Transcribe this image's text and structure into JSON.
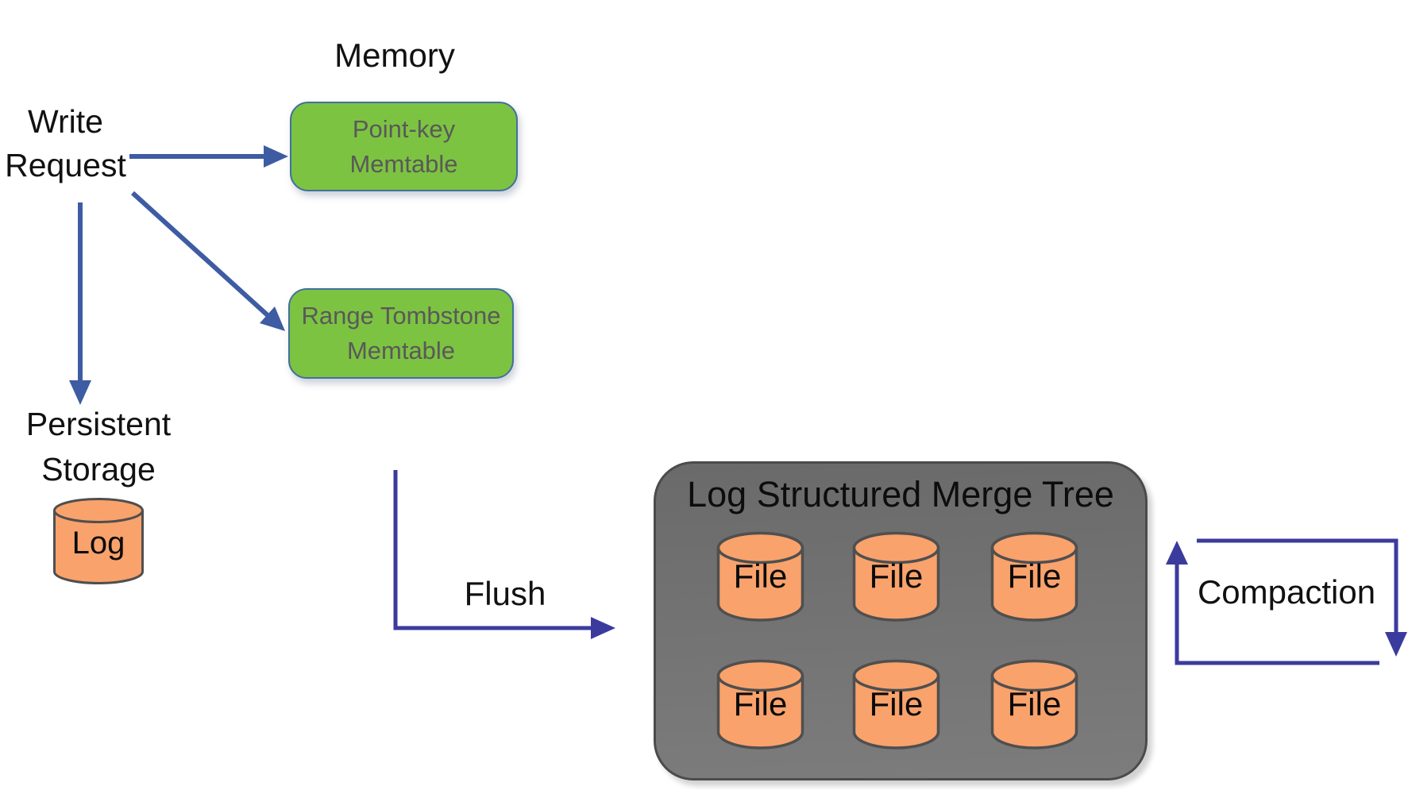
{
  "diagram": {
    "memory_section_label": "Memory",
    "write_request": {
      "line1": "Write",
      "line2": "Request"
    },
    "memtables": [
      {
        "line1": "Point-key",
        "line2": "Memtable"
      },
      {
        "line1": "Range Tombstone",
        "line2": "Memtable"
      }
    ],
    "persistent_storage": {
      "line1": "Persistent",
      "line2": "Storage"
    },
    "log_label": "Log",
    "flush_label": "Flush",
    "compaction_label": "Compaction",
    "lsm_tree": {
      "title": "Log Structured Merge Tree",
      "files": [
        {
          "label": "File"
        },
        {
          "label": "File"
        },
        {
          "label": "File"
        },
        {
          "label": "File"
        },
        {
          "label": "File"
        },
        {
          "label": "File"
        }
      ]
    }
  },
  "colors": {
    "page_bg": "#ffffff",
    "text_black": "#111111",
    "memtable_green": "#7dc342",
    "memtable_border": "#41719c",
    "memtable_text": "#595959",
    "cylinder_orange": "#f9a26c",
    "cylinder_stroke": "#4f4f4f",
    "lsm_gray_top": "#6a6a6a",
    "lsm_gray_bottom": "#7c7c7c",
    "lsm_border": "#4b4b4b",
    "write_arrow_blue": "#3e5ca3",
    "flow_arrow_indigo": "#3b3b9e"
  }
}
